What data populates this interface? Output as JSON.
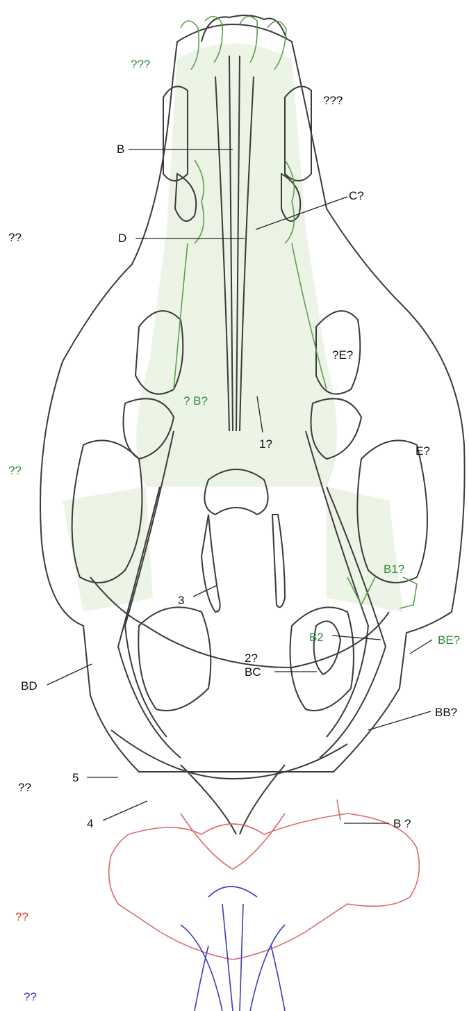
{
  "colors": {
    "skull_outline": "#3a3a3a",
    "green_structure": "#5aa04a",
    "green_fill": "#e6f0dd",
    "red_structure": "#d96a6a",
    "blue_structure": "#3a3ac0",
    "label_black": "#111111",
    "label_green": "#2e8b3a",
    "label_red": "#e03a2a",
    "label_blue": "#2230c8"
  },
  "labels": {
    "green_top": "???",
    "top_right": "???",
    "b_upper": "B",
    "c": "C?",
    "left_upper": "??",
    "d": "D",
    "green_middle_b": "? B?",
    "green_middle_e": "?E?",
    "green_left": "??",
    "one": "1?",
    "e_right": "E?",
    "three": "3",
    "b1": "B1?",
    "b2": "B2",
    "be": "BE?",
    "two": "2?",
    "bd": "BD",
    "bc": "BC",
    "bb": "BB?",
    "five": "5",
    "left_lower": "??",
    "four": "4",
    "b_bottom": "B  ?",
    "red_left": "??",
    "blue_left": "??"
  }
}
